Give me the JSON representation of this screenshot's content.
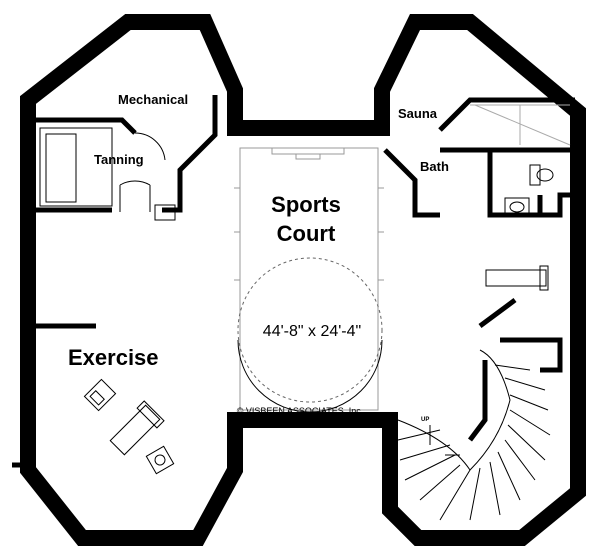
{
  "rooms": {
    "mechanical": "Mechanical",
    "tanning": "Tanning",
    "sports_court_line1": "Sports",
    "sports_court_line2": "Court",
    "court_dimensions": "44'-8\" x 24'-4\"",
    "exercise": "Exercise",
    "sauna": "Sauna",
    "bath": "Bath"
  },
  "stairs_label": "UP",
  "copyright": "© VISBEEN ASSOCIATES, Inc."
}
